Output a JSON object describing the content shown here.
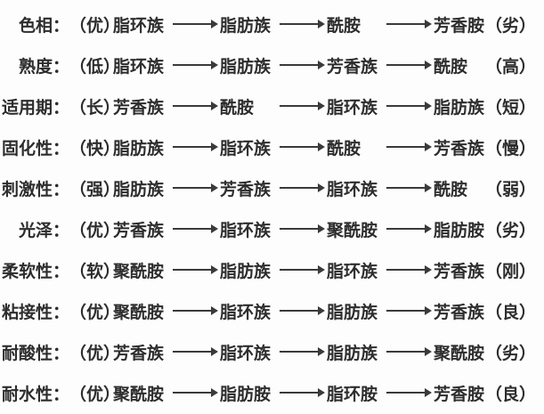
{
  "page": {
    "background": "#fdfdfd",
    "text_color": "#2d2d2d"
  },
  "icons": {
    "right_arrow": "⟶"
  },
  "diagram": {
    "rows": [
      {
        "property": "色相：",
        "start_qualifier": "（优）",
        "items": [
          "脂环族",
          "脂肪族",
          "酰胺",
          "芳香胺"
        ],
        "end_qualifier": "（劣）"
      },
      {
        "property": "熟度：",
        "start_qualifier": "（低）",
        "items": [
          "脂环族",
          "脂肪族",
          "芳香族",
          "酰胺"
        ],
        "end_qualifier": "（高）"
      },
      {
        "property": "适用期：",
        "start_qualifier": "（长）",
        "items": [
          "芳香族",
          "酰胺",
          "脂环族",
          "脂肪族"
        ],
        "end_qualifier": "（短）"
      },
      {
        "property": "固化性：",
        "start_qualifier": "（快）",
        "items": [
          "脂肪族",
          "脂环族",
          "酰胺",
          "芳香族"
        ],
        "end_qualifier": "（慢）"
      },
      {
        "property": "刺激性：",
        "start_qualifier": "（强）",
        "items": [
          "脂肪族",
          "芳香族",
          "脂环族",
          "酰胺"
        ],
        "end_qualifier": "（弱）"
      },
      {
        "property": "光泽：",
        "start_qualifier": "（优）",
        "items": [
          "芳香族",
          "脂环族",
          "聚酰胺",
          "脂肪胺"
        ],
        "end_qualifier": "（劣）"
      },
      {
        "property": "柔软性：",
        "start_qualifier": "（软）",
        "items": [
          "聚酰胺",
          "脂肪族",
          "脂环族",
          "芳香族"
        ],
        "end_qualifier": "（刚）"
      },
      {
        "property": "粘接性：",
        "start_qualifier": "（优）",
        "items": [
          "聚酰胺",
          "脂环族",
          "脂肪族",
          "芳香族"
        ],
        "end_qualifier": "（良）"
      },
      {
        "property": "耐酸性：",
        "start_qualifier": "（优）",
        "items": [
          "芳香族",
          "脂环族",
          "脂肪族",
          "聚酰胺"
        ],
        "end_qualifier": "（劣）"
      },
      {
        "property": "耐水性：",
        "start_qualifier": "（优）",
        "items": [
          "聚酰胺",
          "脂肪胺",
          "脂环胺",
          "芳香胺"
        ],
        "end_qualifier": "（良）"
      }
    ]
  }
}
